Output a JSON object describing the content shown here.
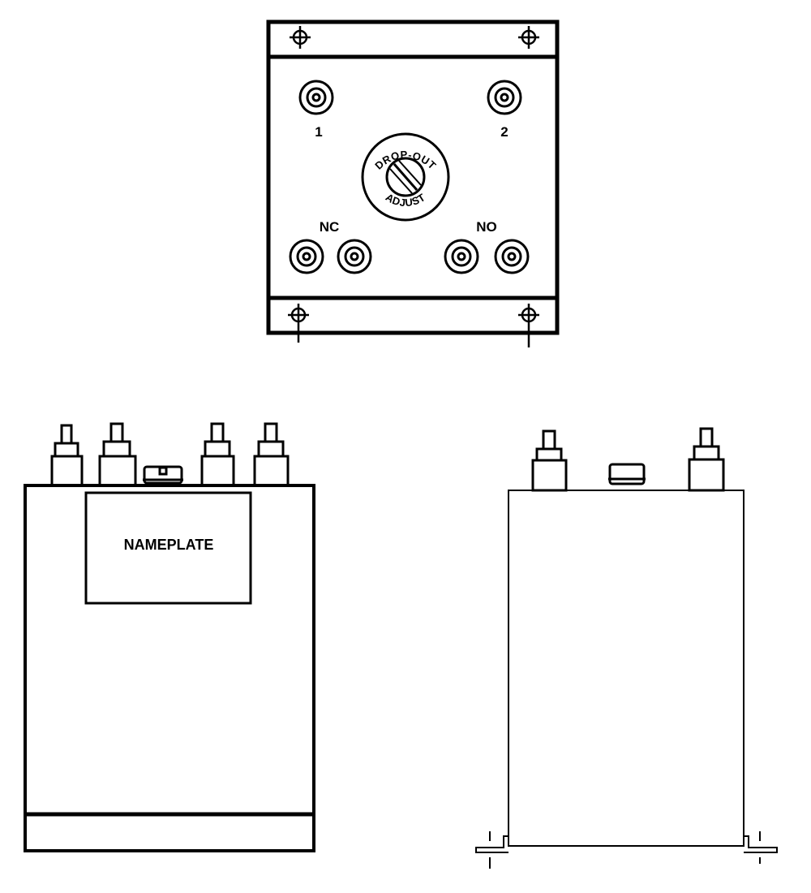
{
  "top_view": {
    "terminal_1_label": "1",
    "terminal_2_label": "2",
    "nc_label": "NC",
    "no_label": "NO",
    "dial_top_text": "DROP-OUT",
    "dial_bottom_text": "ADJUST"
  },
  "front_view": {
    "nameplate_label": "NAMEPLATE"
  },
  "colors": {
    "line": "#000000",
    "background": "#ffffff"
  }
}
